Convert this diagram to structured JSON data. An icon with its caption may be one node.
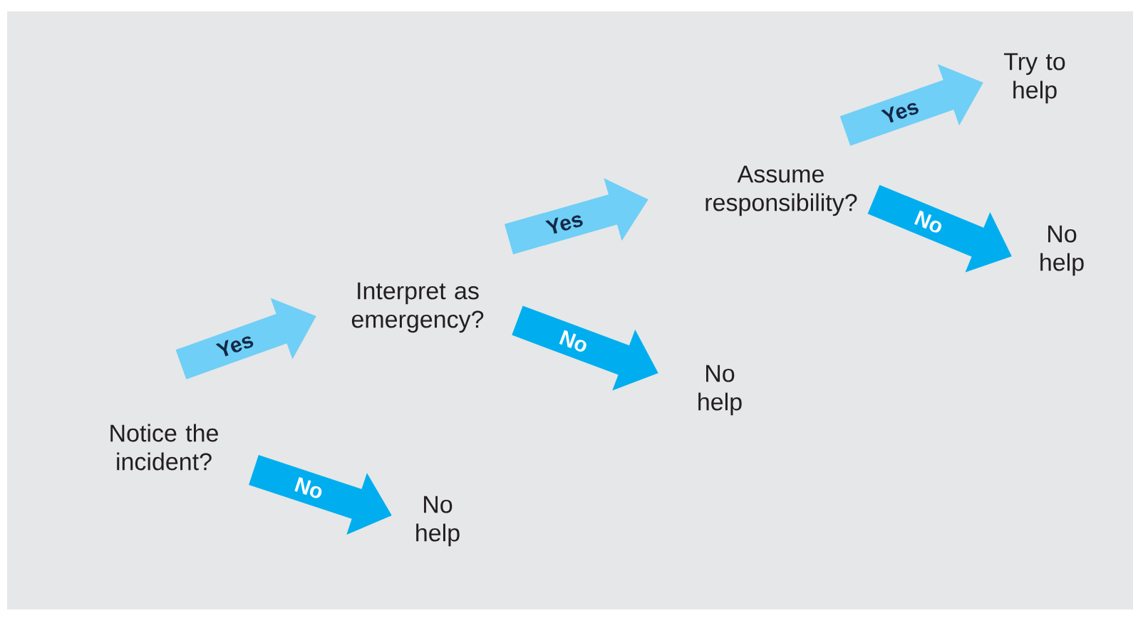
{
  "diagram": {
    "nodes": [
      {
        "text": [
          "Notice the incident?"
        ]
      },
      {
        "text": [
          "Interpret as emergency?"
        ]
      },
      {
        "text": [
          "Assume responsibility?"
        ]
      },
      {
        "text": [
          "Try to help"
        ]
      },
      {
        "text": [
          "No help"
        ]
      },
      {
        "text": [
          "No help"
        ]
      },
      {
        "text": [
          "No help"
        ]
      }
    ],
    "edges": [
      {
        "from": 0,
        "to": 1,
        "arrow": "to",
        "label": "Yes"
      },
      {
        "from": 1,
        "to": 2,
        "arrow": "to",
        "label": "Yes"
      },
      {
        "from": 2,
        "to": 3,
        "arrow": "to",
        "label": "Yes"
      },
      {
        "from": 2,
        "to": 4,
        "arrow": "to",
        "label": "No",
        "color": "#00aeef"
      },
      {
        "from": 1,
        "to": 5,
        "arrow": "to",
        "label": "No",
        "color": "#00aeef"
      },
      {
        "from": 0,
        "to": 6,
        "arrow": "to",
        "label": "No",
        "color": "#00aeef"
      }
    ]
  }
}
